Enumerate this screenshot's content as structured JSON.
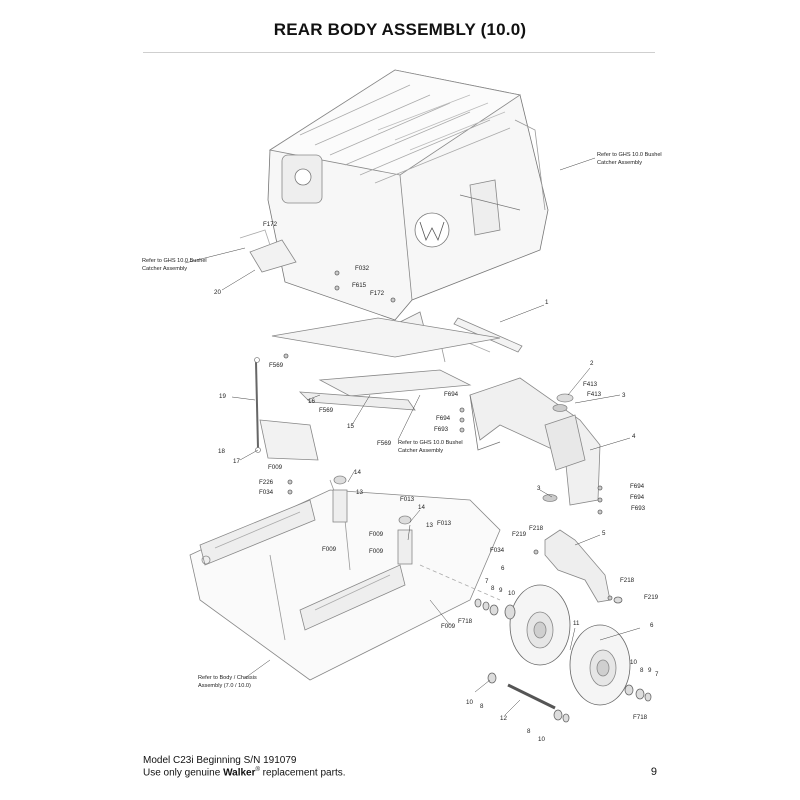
{
  "header": {
    "title": "REAR BODY ASSEMBLY (10.0)"
  },
  "callouts": {
    "ref_ghs_top_right": [
      "Refer to GHS 10.0 Bushel",
      "Catcher Assembly"
    ],
    "ref_ghs_left": [
      "Refer to GHS 10.0 Bushel",
      "Catcher Assembly"
    ],
    "ref_ghs_middle": [
      "Refer to GHS 10.0 Bushel",
      "Catcher Assembly"
    ],
    "ref_body_chassis": [
      "Refer to Body / Chassis",
      "Assembly (7.0 / 10.0)"
    ]
  },
  "part_labels": {
    "p1": "1",
    "p2": "2",
    "p3a": "3",
    "p3b": "3",
    "p4": "4",
    "p5": "5",
    "p6a": "6",
    "p6b": "6",
    "p7a": "7",
    "p7b": "7",
    "p8a": "8",
    "p8b": "8",
    "p8c": "8",
    "p8d": "8",
    "p9a": "9",
    "p9b": "9",
    "p10a": "10",
    "p10b": "10",
    "p10c": "10",
    "p10d": "10",
    "p11": "11",
    "p12": "12",
    "p13a": "13",
    "p13b": "13",
    "p14a": "14",
    "p14b": "14",
    "p15": "15",
    "p16": "16",
    "p17": "17",
    "p18": "18",
    "p19": "19",
    "p20": "20",
    "F172a": "F172",
    "F172b": "F172",
    "F032": "F032",
    "F615": "F615",
    "F569a": "F569",
    "F569b": "F569",
    "F569c": "F569",
    "F413a": "F413",
    "F413b": "F413",
    "F694a": "F694",
    "F694b": "F694",
    "F694c": "F694",
    "F694d": "F694",
    "F693a": "F693",
    "F693b": "F693",
    "F009a": "F009",
    "F009b": "F009",
    "F009c": "F009",
    "F009d": "F009",
    "F009e": "F009",
    "F226": "F226",
    "F034a": "F034",
    "F034b": "F034",
    "F013a": "F013",
    "F013b": "F013",
    "F218a": "F218",
    "F218b": "F218",
    "F219a": "F219",
    "F219b": "F219",
    "F718a": "F718",
    "F718b": "F718"
  },
  "footer": {
    "model_line": "Model C23i Beginning S/N 191079",
    "use_prefix": "Use only genuine ",
    "brand": "Walker",
    "reg": "®",
    "use_suffix": " replacement parts.",
    "page_number": "9"
  }
}
